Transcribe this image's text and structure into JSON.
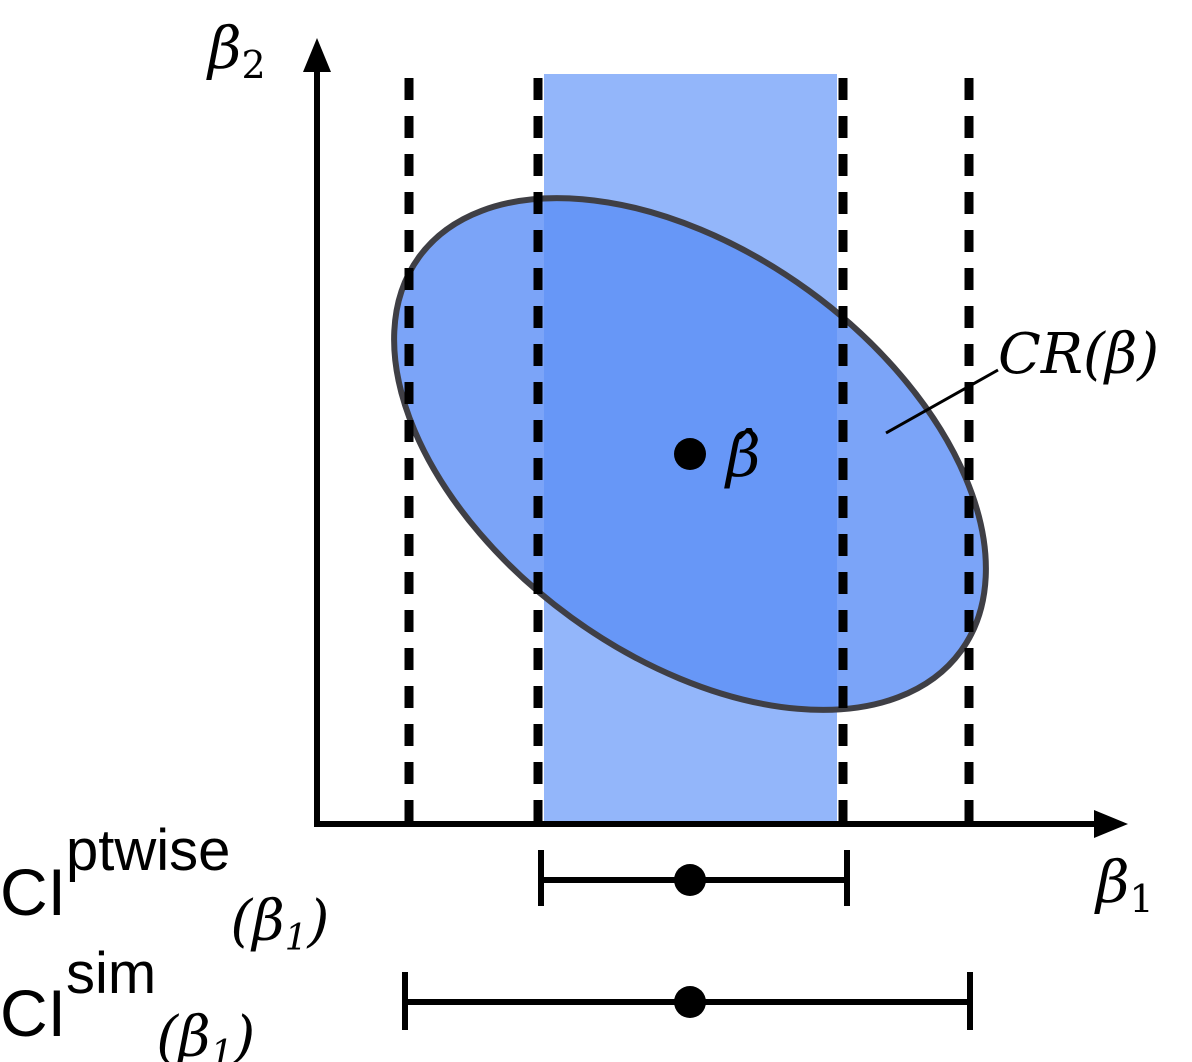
{
  "colors": {
    "band": "#93b6fa",
    "ellipse": "#5e90f6",
    "ellipse_stroke": "#3f3f45",
    "ink": "#000000"
  },
  "axes": {
    "y_label_base": "β",
    "y_label_sub": "2",
    "x_label_base": "β",
    "x_label_sub": "1"
  },
  "region": {
    "label": "CR(β)",
    "estimate_label": "β̂"
  },
  "intervals": {
    "ptwise": {
      "prefix": "CI",
      "sup": "ptwise",
      "arg_open": "(",
      "arg_base": "β",
      "arg_sub": "1",
      "arg_close": ")"
    },
    "sim": {
      "prefix": "CI",
      "sup": "sim",
      "arg_open": "(",
      "arg_base": "β",
      "arg_sub": "1",
      "arg_close": ")"
    }
  }
}
